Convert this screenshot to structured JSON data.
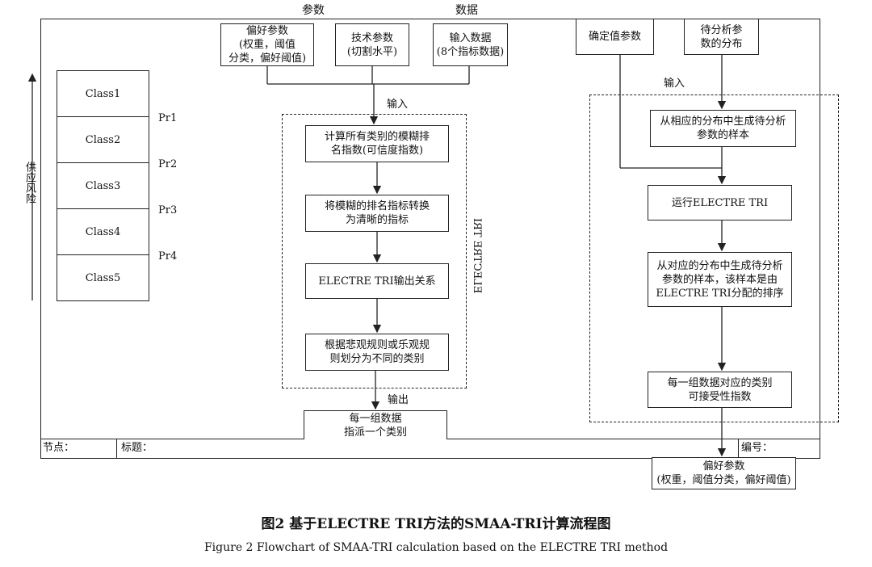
{
  "top_headers": {
    "params": "参数",
    "data": "数据"
  },
  "inputs": {
    "preference_params": "偏好参数\n(权重，阈值\n分类，偏好阈值)",
    "technical_params": "技术参数\n(切割水平)",
    "input_data": "输入数据\n(8个指标数据)",
    "deterministic_params": "确定值参数",
    "to_analyze_params": "待分析参\n数的分布"
  },
  "left_panel": {
    "axis_label": "供应风险",
    "classes": [
      "Class1",
      "Class2",
      "Class3",
      "Class4",
      "Class5"
    ],
    "profiles": [
      "Pr1",
      "Pr2",
      "Pr3",
      "Pr4"
    ]
  },
  "middle_flow": {
    "input_label": "输入",
    "steps": [
      "计算所有类别的模糊排\n名指数(可信度指数)",
      "将模糊的排名指标转换\n为清晰的指标",
      "ELECTRE TRI输出关系",
      "根据悲观规则或乐观规\n则划分为不同的类别"
    ],
    "group_label": "ELECTRE TRI",
    "output_label": "输出",
    "output_box": "每一组数据\n指派一个类别"
  },
  "right_flow": {
    "input_label": "输入",
    "steps": [
      "从相应的分布中生成待分析\n参数的样本",
      "运行ELECTRE TRI",
      "从对应的分布中生成待分析\n参数的样本，该样本是由\nELECTRE TRI分配的排序",
      "每一组数据对应的类别\n可接受性指数"
    ],
    "output_box": "偏好参数\n(权重，阈值分类，偏好阈值)"
  },
  "footer": {
    "node": "节点：",
    "title": "标题：",
    "number": "编号："
  },
  "caption": {
    "cn": "图2   基于ELECTRE TRI方法的SMAA-TRI计算流程图",
    "en": "Figure 2   Flowchart of SMAA-TRI calculation based on the ELECTRE TRI method"
  }
}
